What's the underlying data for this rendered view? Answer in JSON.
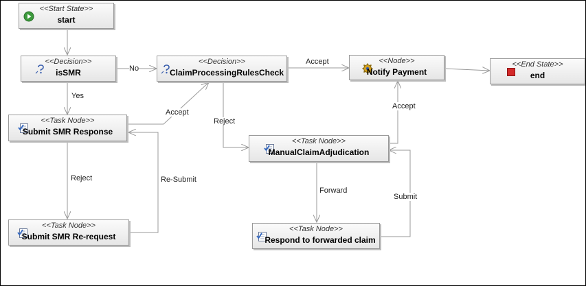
{
  "diagram": {
    "nodes": {
      "start": {
        "stereotype": "<<Start State>>",
        "name": "start",
        "icon": "play-icon"
      },
      "is_smr": {
        "stereotype": "<<Decision>>",
        "name": "isSMR",
        "icon": "decision-icon"
      },
      "claim_check": {
        "stereotype": "<<Decision>>",
        "name": "ClaimProcessingRulesCheck",
        "icon": "decision-icon"
      },
      "notify_payment": {
        "stereotype": "<<Node>>",
        "name": "Notify Payment",
        "icon": "gear-icon"
      },
      "end": {
        "stereotype": "<<End State>>",
        "name": "end",
        "icon": "stop-icon"
      },
      "submit_smr_response": {
        "stereotype": "<<Task Node>>",
        "name": "Submit SMR Response",
        "icon": "task-icon"
      },
      "manual_adjudication": {
        "stereotype": "<<Task Node>>",
        "name": "ManualClaimAdjudication",
        "icon": "task-icon"
      },
      "submit_smr_rerequest": {
        "stereotype": "<<Task Node>>",
        "name": "Submit SMR Re-request",
        "icon": "task-icon"
      },
      "respond_forwarded": {
        "stereotype": "<<Task Node>>",
        "name": "Respond to forwarded claim",
        "icon": "task-icon"
      }
    },
    "edge_labels": {
      "is_smr_no": "No",
      "is_smr_yes": "Yes",
      "check_accept": "Accept",
      "check_reject": "Reject",
      "smr_accept": "Accept",
      "smr_reject": "Reject",
      "resubmit": "Re-Submit",
      "manual_accept": "Accept",
      "manual_forward": "Forward",
      "respond_submit": "Submit"
    },
    "colors": {
      "edge": "#9a9a9a",
      "node_border": "#9a9a9a",
      "start_icon": "#3c9a3c",
      "end_icon": "#d42a2a",
      "decision_icon": "#3b5fae",
      "gear_icon": "#d6a21f",
      "task_icon": "#2f66c2"
    }
  }
}
